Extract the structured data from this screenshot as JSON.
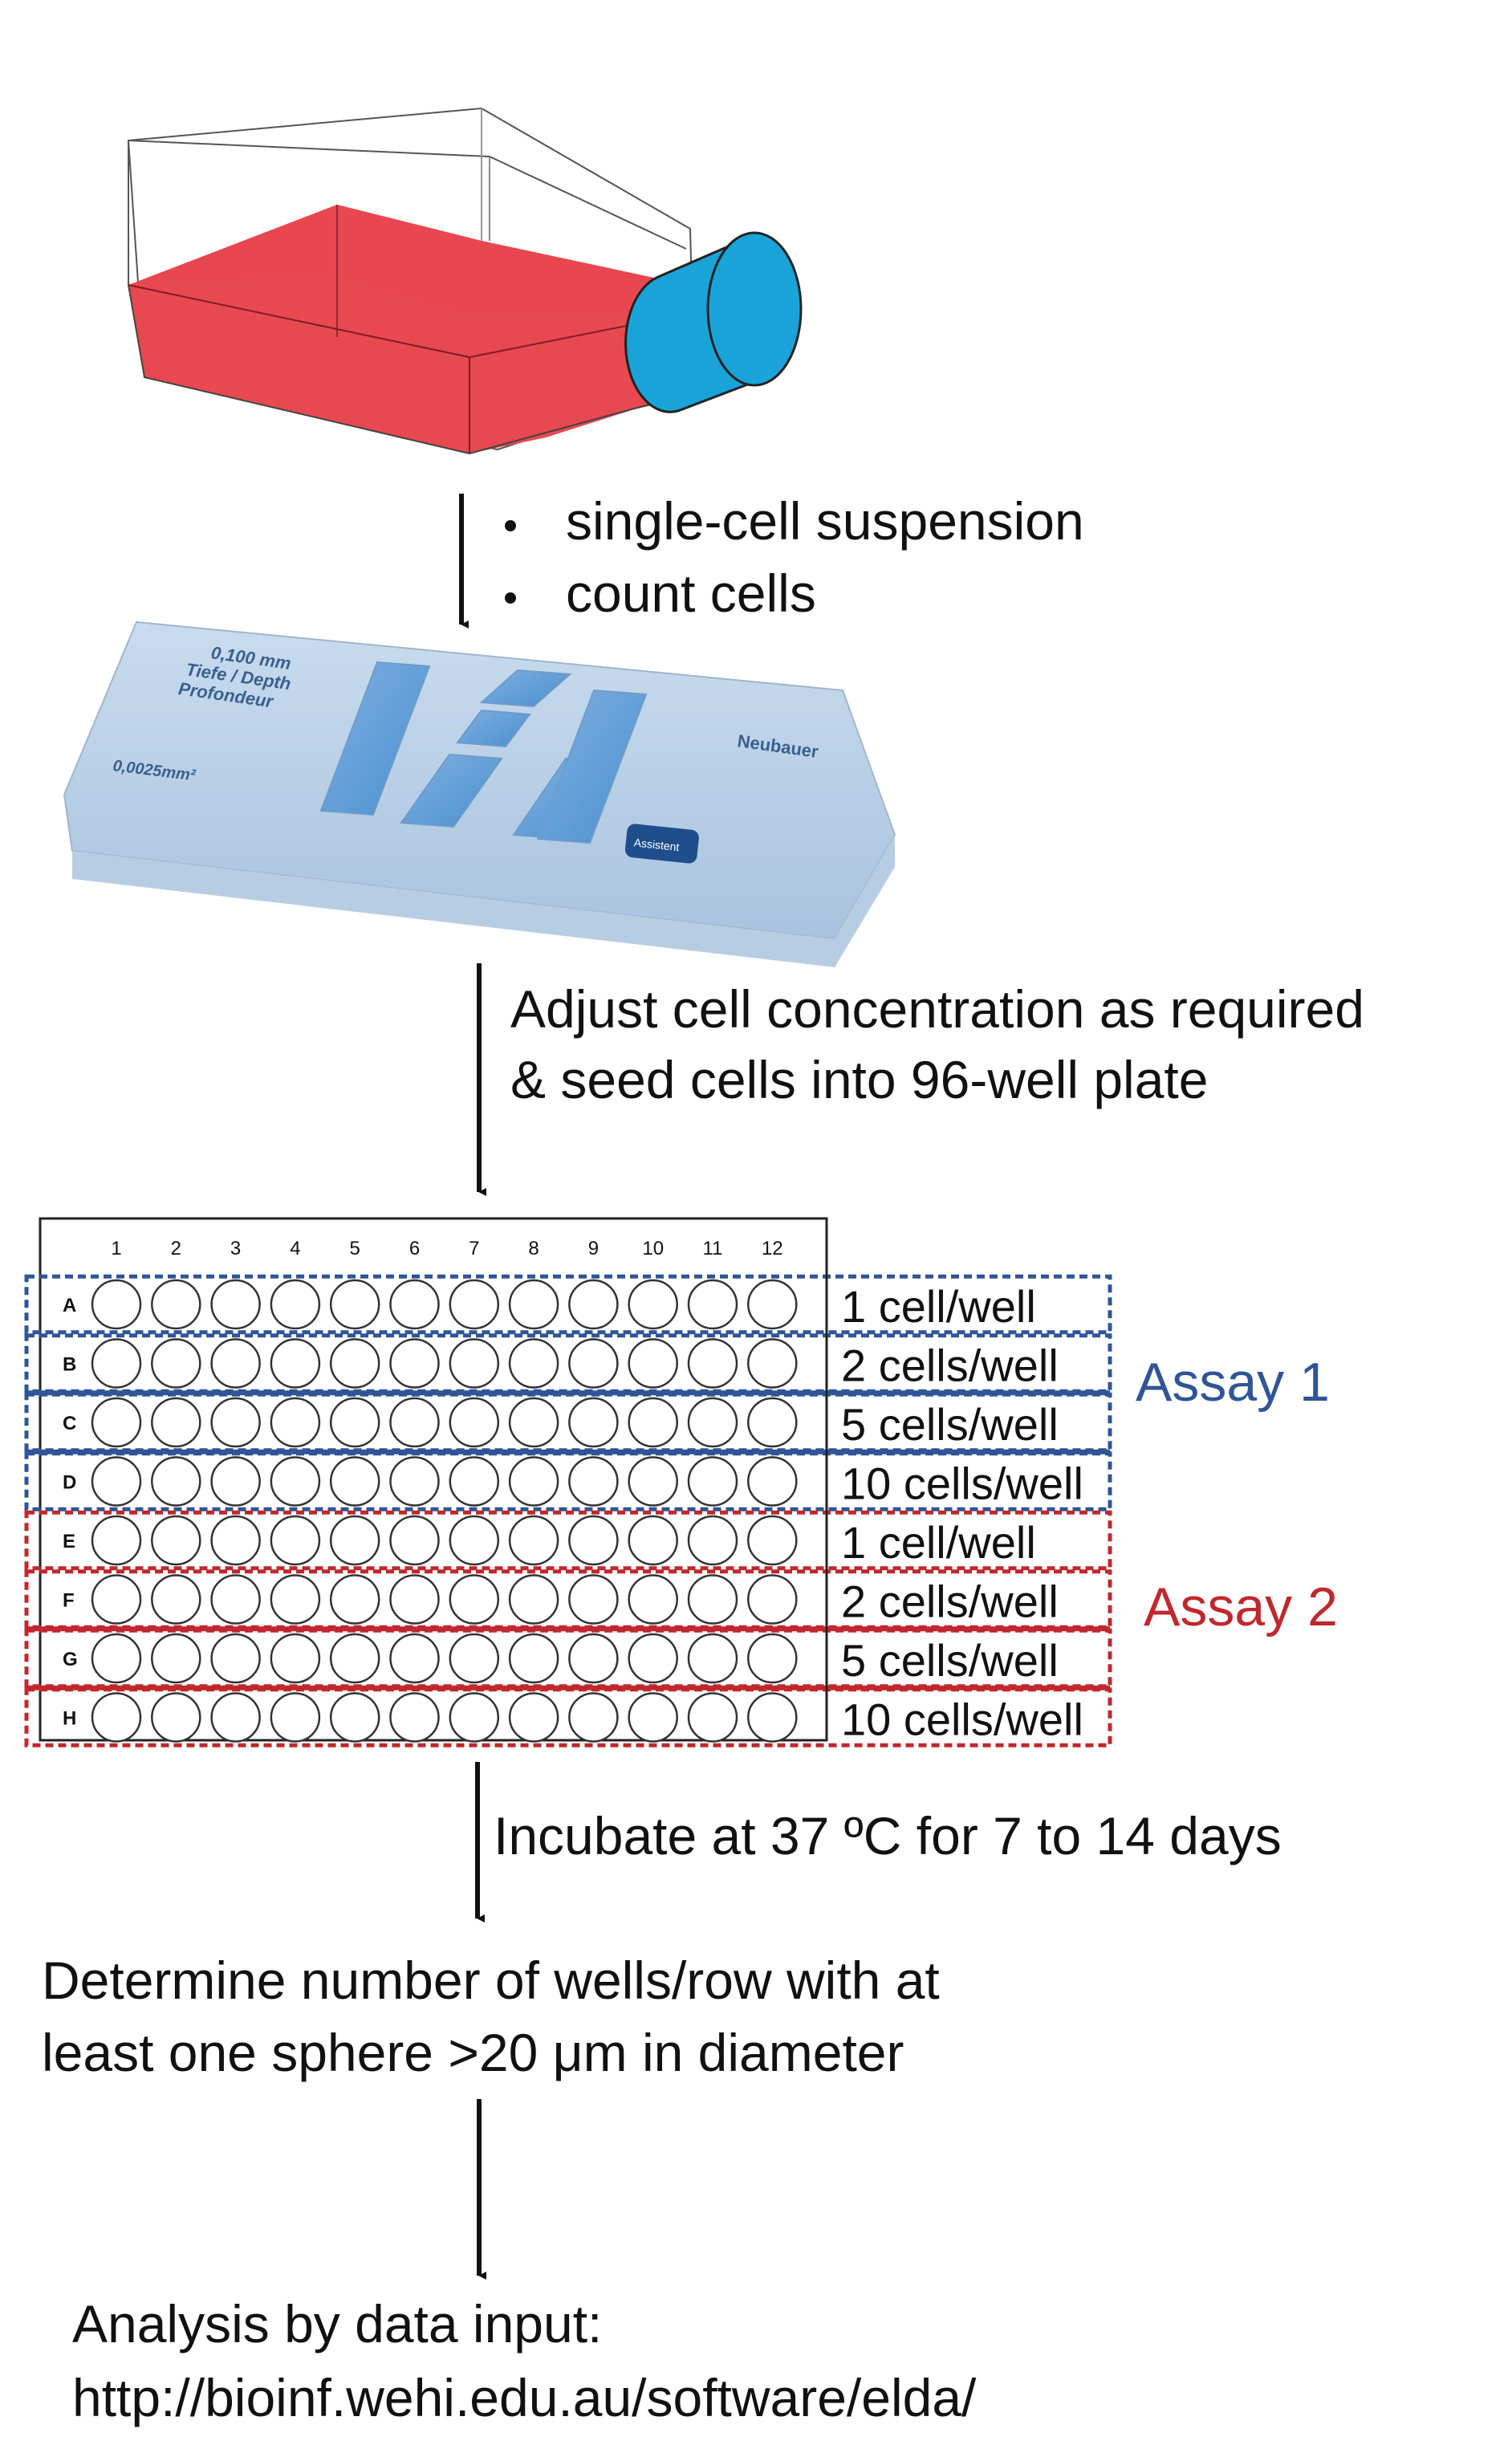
{
  "flask": {
    "liquid_color": "#e8484f",
    "cap_color": "#1aa3d8"
  },
  "step1": {
    "bullets": [
      "single-cell suspension",
      "count cells"
    ]
  },
  "hemocytometer": {
    "depth_label_lines": [
      "0,100 mm",
      "Tiefe / Depth",
      "Profondeur"
    ],
    "area_label": "0,0025mm²",
    "brand_label": "Neubauer",
    "logo_label": "Assistent"
  },
  "step2": {
    "lines": [
      "Adjust cell concentration as required",
      "& seed cells into 96-well plate"
    ]
  },
  "plate": {
    "column_labels": [
      "1",
      "2",
      "3",
      "4",
      "5",
      "6",
      "7",
      "8",
      "9",
      "10",
      "11",
      "12"
    ],
    "rows": [
      {
        "label": "A",
        "density": "1 cell/well"
      },
      {
        "label": "B",
        "density": "2 cells/well"
      },
      {
        "label": "C",
        "density": "5 cells/well"
      },
      {
        "label": "D",
        "density": "10 cells/well"
      },
      {
        "label": "E",
        "density": "1 cell/well"
      },
      {
        "label": "F",
        "density": "2 cells/well"
      },
      {
        "label": "G",
        "density": "5 cells/well"
      },
      {
        "label": "H",
        "density": "10 cells/well"
      }
    ]
  },
  "assays": [
    {
      "label": "Assay 1",
      "color": "#2f5597"
    },
    {
      "label": "Assay 2",
      "color": "#c0282d"
    }
  ],
  "step3": {
    "text": "Incubate at 37 ºC for 7 to 14 days"
  },
  "step4": {
    "lines": [
      "Determine number of wells/row with at",
      "least one sphere >20 μm in diameter"
    ]
  },
  "step5": {
    "lines": [
      "Analysis by data input:",
      "http://bioinf.wehi.edu.au/software/elda/"
    ]
  }
}
